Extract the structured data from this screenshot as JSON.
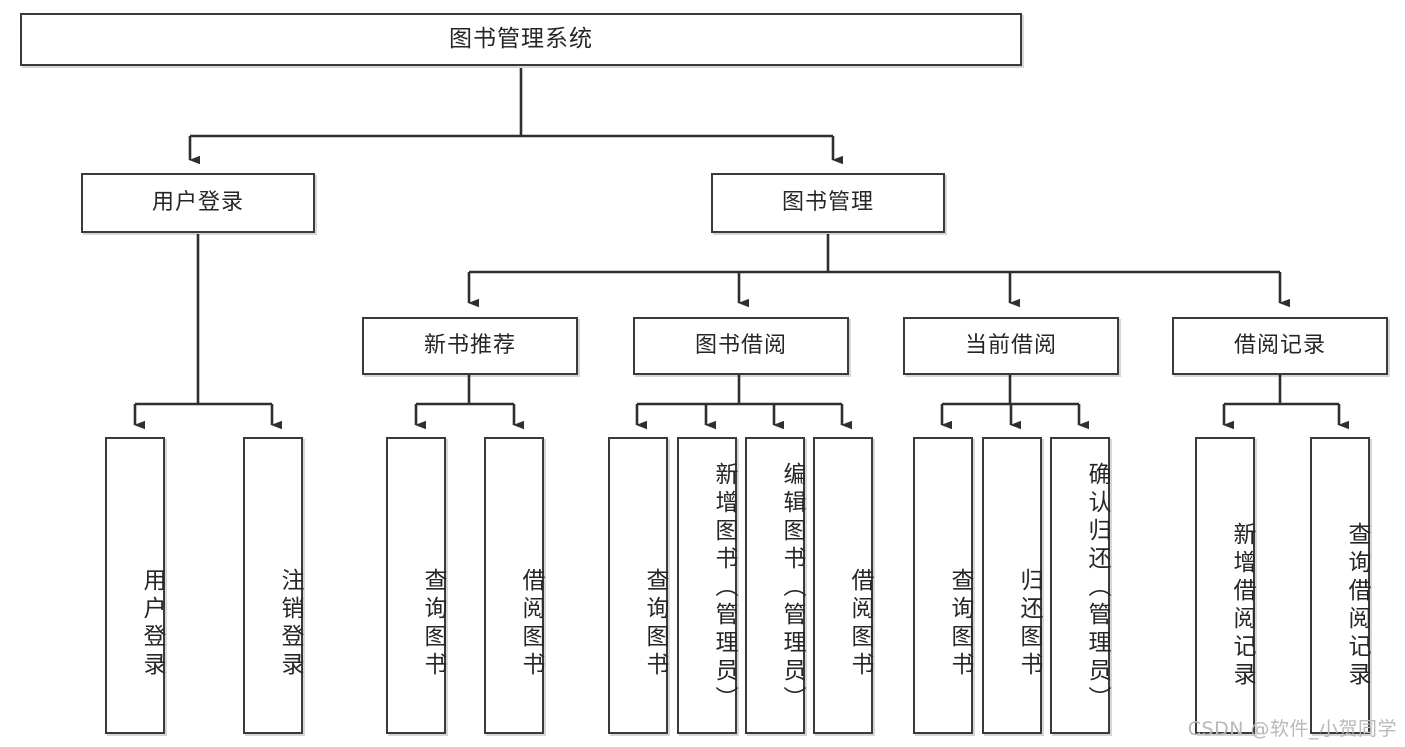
{
  "diagram": {
    "type": "tree-hierarchy-flowchart",
    "title": "图书管理系统",
    "levels": {
      "root": {
        "label": "图书管理系统"
      },
      "level2": [
        {
          "id": "user-login",
          "label": "用户登录"
        },
        {
          "id": "book-management",
          "label": "图书管理"
        }
      ],
      "level3": [
        {
          "id": "new-book-recommend",
          "label": "新书推荐"
        },
        {
          "id": "book-borrow",
          "label": "图书借阅"
        },
        {
          "id": "current-borrow",
          "label": "当前借阅"
        },
        {
          "id": "borrow-record",
          "label": "借阅记录"
        }
      ],
      "leaves": [
        {
          "id": "leaf-user-login",
          "label": "用户登录",
          "parent": "user-login"
        },
        {
          "id": "leaf-logout-login",
          "label": "注销登录",
          "parent": "user-login"
        },
        {
          "id": "leaf-query-book-1",
          "label": "查询图书",
          "parent": "new-book-recommend"
        },
        {
          "id": "leaf-borrow-book-1",
          "label": "借阅图书",
          "parent": "new-book-recommend"
        },
        {
          "id": "leaf-query-book-2",
          "label": "查询图书",
          "parent": "book-borrow"
        },
        {
          "id": "leaf-add-book",
          "label": "新增图书（管理员）",
          "parent": "book-borrow"
        },
        {
          "id": "leaf-edit-book",
          "label": "编辑图书（管理员）",
          "parent": "book-borrow"
        },
        {
          "id": "leaf-borrow-book-2",
          "label": "借阅图书",
          "parent": "book-borrow"
        },
        {
          "id": "leaf-query-book-3",
          "label": "查询图书",
          "parent": "current-borrow"
        },
        {
          "id": "leaf-return-book",
          "label": "归还图书",
          "parent": "current-borrow"
        },
        {
          "id": "leaf-confirm-return",
          "label": "确认归还（管理员）",
          "parent": "current-borrow"
        },
        {
          "id": "leaf-add-record",
          "label": "新增借阅记录",
          "parent": "borrow-record"
        },
        {
          "id": "leaf-query-record",
          "label": "查询借阅记录",
          "parent": "borrow-record"
        }
      ]
    },
    "watermark": "CSDN @软件_小贺同学",
    "colors": {
      "box_border": "#3a3a3a",
      "box_fill": "#ffffff",
      "text": "#262626",
      "edge": "#2f2f2f",
      "watermark": "#b9b9b9"
    }
  }
}
